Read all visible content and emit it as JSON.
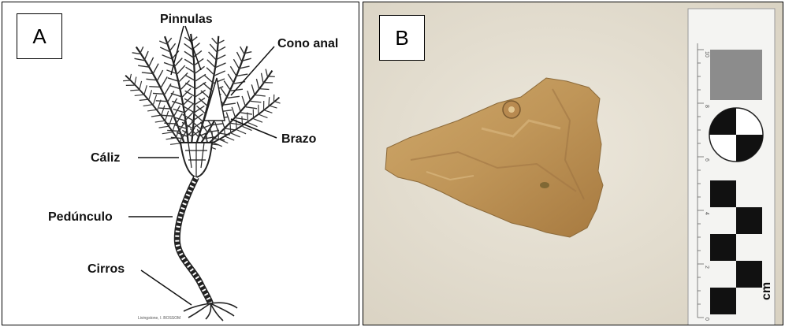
{
  "panel_a": {
    "tag": "A",
    "labels": {
      "pinnulas": "Pinnulas",
      "cono_anal": "Cono anal",
      "brazo": "Brazo",
      "caliz": "Cáliz",
      "pedunculo": "Pedúnculo",
      "cirros": "Cirros"
    },
    "credit": "Livingstone, I. BOSSOM"
  },
  "panel_b": {
    "tag": "B",
    "scale_unit": "cm",
    "scale_numbers": [
      "10",
      "8",
      "6",
      "4",
      "2",
      "0"
    ]
  }
}
